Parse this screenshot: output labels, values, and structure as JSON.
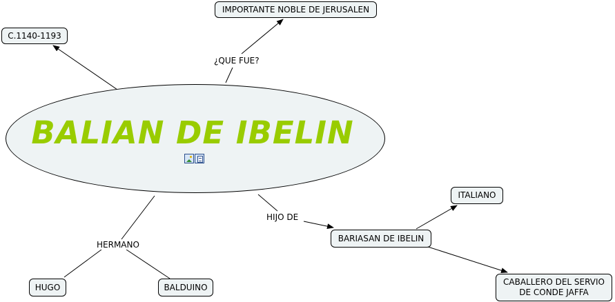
{
  "map": {
    "main_concept": "BALIAN DE IBELIN",
    "main_concept_color": "#99cc00",
    "concept_bg": "#eef3f4",
    "resource_icons": [
      "image-icon",
      "document-icon"
    ],
    "concepts": {
      "dates": "C.1140-1193",
      "noble": "IMPORTANTE NOBLE DE JERUSALEN",
      "italiano": "ITALIANO",
      "bariasan": "BARIASAN DE IBELIN",
      "caballero_line1": "CABALLERO DEL SERVIO",
      "caballero_line2": "DE CONDE JAFFA",
      "hugo": "HUGO",
      "balduino": "BALDUINO"
    },
    "links": {
      "que_fue": "¿QUE FUE?",
      "hijo_de": "HIJO DE",
      "hermano": "HERMANO"
    }
  }
}
